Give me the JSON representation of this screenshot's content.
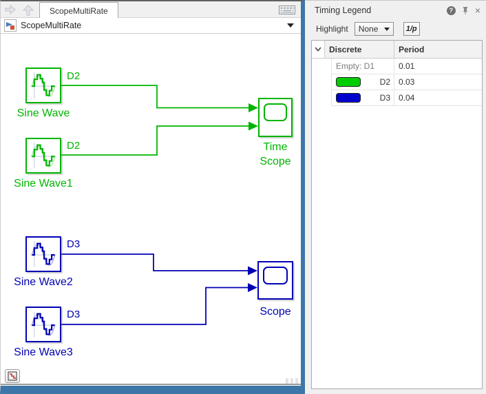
{
  "toolbar": {
    "tab_label": "ScopeMultiRate",
    "forward_icon": "forward-arrow",
    "up_icon": "up-arrow",
    "keyboard_icon": "keyboard"
  },
  "breadcrumb": {
    "model_name": "ScopeMultiRate"
  },
  "canvas": {
    "blocks": [
      {
        "name": "Sine Wave",
        "rate": "D2",
        "color": "#00b400",
        "type": "sine-source"
      },
      {
        "name": "Sine Wave1",
        "rate": "D2",
        "color": "#00b400",
        "type": "sine-source"
      },
      {
        "name": "Sine Wave2",
        "rate": "D3",
        "color": "#0000b4",
        "type": "sine-source"
      },
      {
        "name": "Sine Wave3",
        "rate": "D3",
        "color": "#0000b4",
        "type": "sine-source"
      },
      {
        "name": "Time Scope",
        "color": "#00b400",
        "type": "scope"
      },
      {
        "name": "Scope",
        "color": "#0000b4",
        "type": "scope"
      }
    ],
    "wires": [
      {
        "from": "Sine Wave",
        "to": "Time Scope",
        "port": 1,
        "rate": "D2"
      },
      {
        "from": "Sine Wave1",
        "to": "Time Scope",
        "port": 2,
        "rate": "D2"
      },
      {
        "from": "Sine Wave2",
        "to": "Scope",
        "port": 1,
        "rate": "D3"
      },
      {
        "from": "Sine Wave3",
        "to": "Scope",
        "port": 2,
        "rate": "D3"
      }
    ],
    "badge_icon": "sample-time-legend"
  },
  "legend": {
    "title": "Timing Legend",
    "help_icon": "?",
    "close_icon": "×",
    "highlight_label": "Highlight",
    "highlight_value": "None",
    "period_toggle_label": "1/p",
    "table": {
      "columns": [
        "Discrete",
        "Period"
      ],
      "rows": [
        {
          "label": "Empty: D1",
          "period": "0.01",
          "swatch": null
        },
        {
          "label": "D2",
          "period": "0.03",
          "swatch": "#00cc00"
        },
        {
          "label": "D3",
          "period": "0.04",
          "swatch": "#0000cc"
        }
      ]
    }
  },
  "colors": {
    "diagram_green": "#00b400",
    "diagram_blue": "#0000b4",
    "swatch_green": "#00cc00",
    "swatch_blue": "#0000cc",
    "pane_focus_blue": "#3d76a8",
    "panel_bg": "#f0f0f0",
    "empty_row_text": "#7a7a7a"
  }
}
